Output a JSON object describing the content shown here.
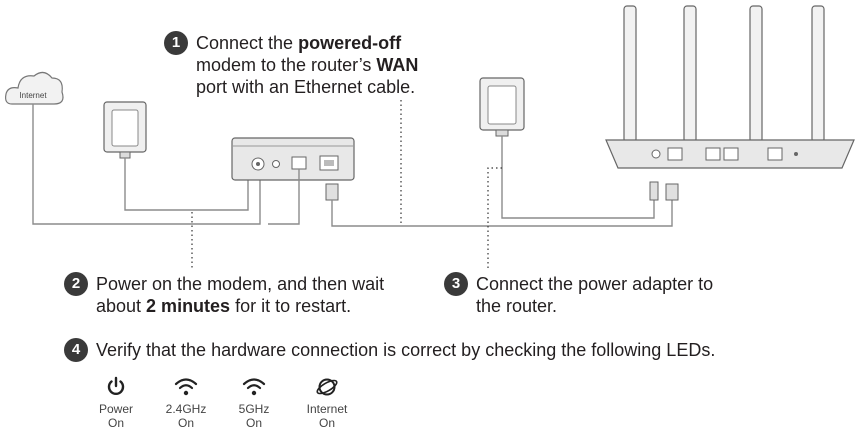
{
  "labels": {
    "internet": "Internet"
  },
  "steps": [
    {
      "number": "1",
      "line1_pre": "Connect the ",
      "line1_bold": "powered-off",
      "line2_pre": "modem to the router’s ",
      "line2_bold": "WAN",
      "line3": "port with an Ethernet cable."
    },
    {
      "number": "2",
      "line1": "Power on the modem, and then wait",
      "line2_pre": "about ",
      "line2_bold": "2 minutes",
      "line2_post": " for it to restart."
    },
    {
      "number": "3",
      "line1": "Connect the power adapter to",
      "line2": "the router."
    },
    {
      "number": "4",
      "line1": "Verify that the hardware connection is correct by checking the following LEDs."
    }
  ],
  "leds": [
    {
      "icon": "power-icon",
      "name": "Power",
      "state": "On"
    },
    {
      "icon": "wifi-icon",
      "name": "2.4GHz",
      "state": "On"
    },
    {
      "icon": "wifi-icon",
      "name": "5GHz",
      "state": "On"
    },
    {
      "icon": "internet-icon",
      "name": "Internet",
      "state": "On"
    }
  ],
  "colors": {
    "badge": "#3a3a3a",
    "device_fill": "#e8e8e8",
    "device_stroke": "#666666",
    "cable": "#8c8c8c"
  }
}
